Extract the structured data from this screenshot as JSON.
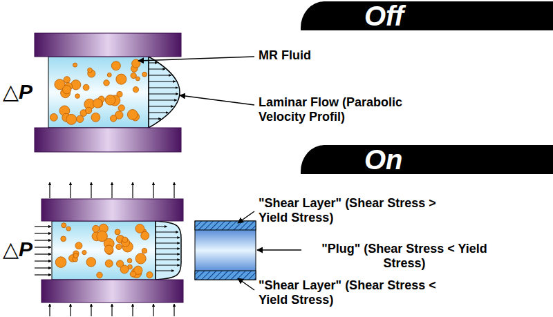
{
  "diagram": {
    "nodes": [
      {
        "text": [
          "Off"
        ]
      },
      {
        "text": [
          "On"
        ]
      }
    ],
    "labels": [
      "△P",
      "MR Fluid",
      "Laminar Flow (Parabolic Velocity Profil)",
      "△P",
      "\"Shear Layer\" (Shear Stress > Yield Stress)",
      "\"Plug\" (Shear Stress < Yield Stress)",
      "\"Shear Layer\" (Shear Stress < Yield Stress)"
    ]
  }
}
